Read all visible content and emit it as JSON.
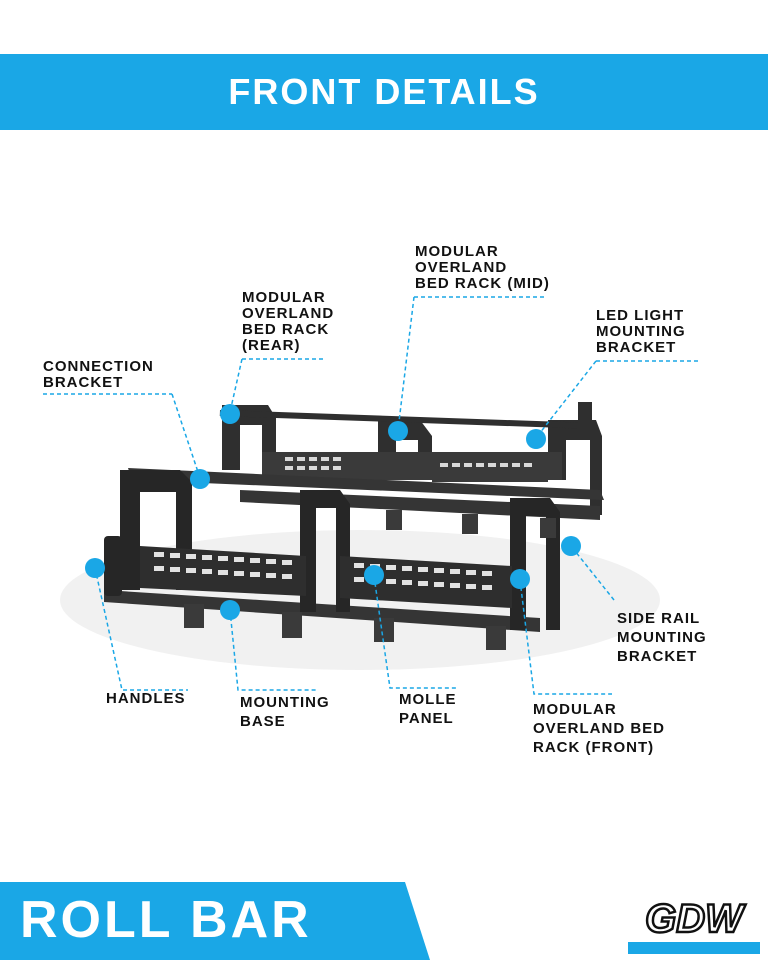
{
  "header": {
    "title": "FRONT DETAILS"
  },
  "callouts": {
    "mid_rack": "MODULAR\nOVERLAND\nBED RACK (MID)",
    "rear_rack": "MODULAR\nOVERLAND\nBED RACK\n(REAR)",
    "led_bracket": "LED LIGHT\nMOUNTING\nBRACKET",
    "connection_bracket": "CONNECTION\nBRACKET",
    "side_rail_bracket": "SIDE RAIL\nMOUNTING\nBRACKET",
    "handles": "HANDLES",
    "mounting_base": "MOUNTING\nBASE",
    "molle_panel": "MOLLE\nPANEL",
    "front_rack": "MODULAR\nOVERLAND BED\nRACK (FRONT)"
  },
  "footer": {
    "title": "ROLL BAR"
  },
  "brand": {
    "logo_text": "GDW"
  },
  "colors": {
    "accent": "#1aa7e6",
    "rack": "#2b2b2b",
    "rack_light": "#4a4a4a",
    "leader": "#1aa7e6",
    "label": "#111111"
  }
}
